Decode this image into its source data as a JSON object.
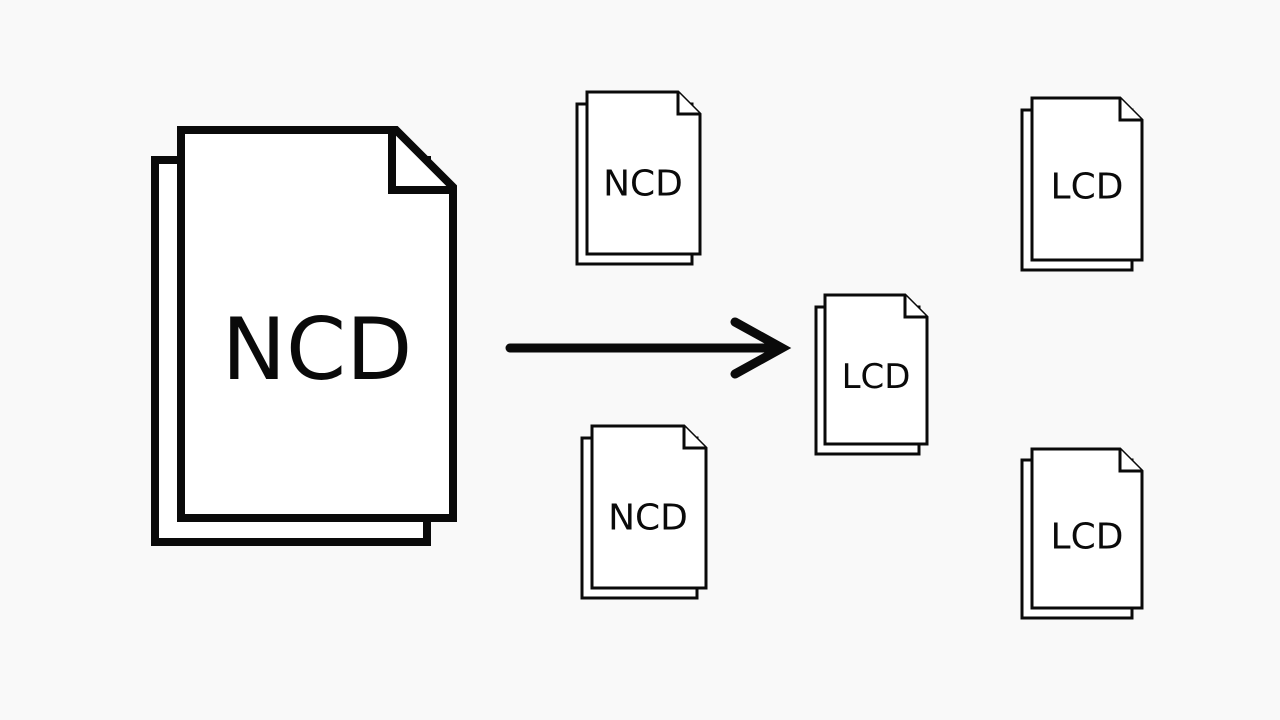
{
  "diagram": {
    "colors": {
      "background": "#f9f9f9",
      "ink": "#0a0a0a",
      "paper": "#ffffff"
    },
    "documents": [
      {
        "id": "source-ncd",
        "label": "NCD"
      },
      {
        "id": "ncd-top",
        "label": "NCD"
      },
      {
        "id": "ncd-bottom",
        "label": "NCD"
      },
      {
        "id": "lcd-center",
        "label": "LCD"
      },
      {
        "id": "lcd-top-right",
        "label": "LCD"
      },
      {
        "id": "lcd-bottom-right",
        "label": "LCD"
      }
    ],
    "arrow": {
      "from": "source-ncd",
      "to": "lcd-center",
      "icon": "arrow-right-icon"
    }
  }
}
